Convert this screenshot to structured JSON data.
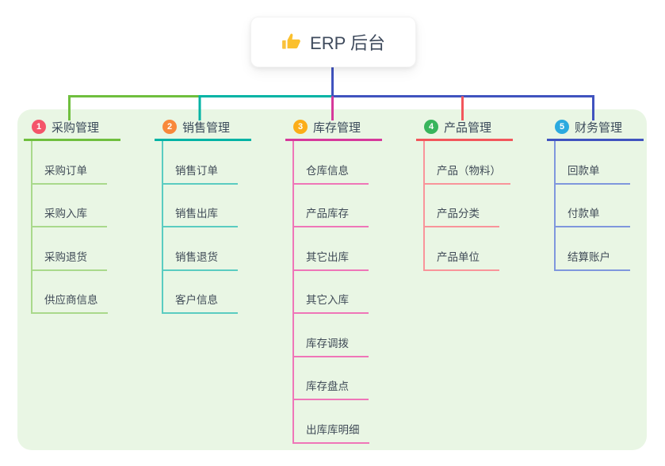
{
  "root": {
    "label": "ERP 后台",
    "icon": "thumbs-up-icon",
    "icon_color": "#f9c23c",
    "line_color": "#4053bf"
  },
  "panel": {
    "background": "#e9f6e4"
  },
  "branches": [
    {
      "number": "1",
      "title": "采购管理",
      "badge_color": "#f4556a",
      "accent_color": "#6fbf3e",
      "line_color": "#a9d98b",
      "children": [
        "采购订单",
        "采购入库",
        "采购退货",
        "供应商信息"
      ]
    },
    {
      "number": "2",
      "title": "销售管理",
      "badge_color": "#f8883b",
      "accent_color": "#00b3a4",
      "line_color": "#5accc1",
      "children": [
        "销售订单",
        "销售出库",
        "销售退货",
        "客户信息"
      ]
    },
    {
      "number": "3",
      "title": "库存管理",
      "badge_color": "#fbad18",
      "accent_color": "#d6399b",
      "line_color": "#ef76b8",
      "children": [
        "仓库信息",
        "产品库存",
        "其它出库",
        "其它入库",
        "库存调拨",
        "库存盘点",
        "出库库明细"
      ]
    },
    {
      "number": "4",
      "title": "产品管理",
      "badge_color": "#38b55c",
      "accent_color": "#f2565b",
      "line_color": "#f9949a",
      "children": [
        "产品（物料）",
        "产品分类",
        "产品单位"
      ]
    },
    {
      "number": "5",
      "title": "财务管理",
      "badge_color": "#2baadf",
      "accent_color": "#4053bf",
      "line_color": "#7f97dd",
      "children": [
        "回款单",
        "付款单",
        "结算账户"
      ]
    }
  ]
}
